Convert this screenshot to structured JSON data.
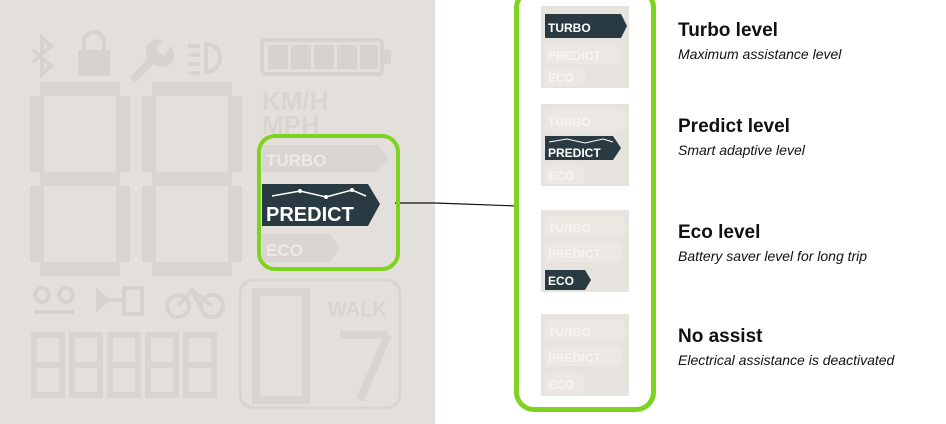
{
  "lcd": {
    "speed_units": [
      "KM/H",
      "MPH"
    ],
    "walk_label": "WALK",
    "modes": [
      "TURBO",
      "PREDICT",
      "ECO"
    ],
    "active_mode": "PREDICT"
  },
  "levels": [
    {
      "title": "Turbo level",
      "description": "Maximum assistance level",
      "active": "TURBO"
    },
    {
      "title": "Predict level",
      "description": "Smart adaptive level",
      "active": "PREDICT"
    },
    {
      "title": "Eco level",
      "description": "Battery saver level for long trip",
      "active": "ECO"
    },
    {
      "title": "No assist",
      "description": "Electrical assistance is deactivated",
      "active": ""
    }
  ],
  "colors": {
    "highlight": "#7ed321",
    "lcd_bg": "#e3e0dc",
    "ghost": "#d8d5d1",
    "active_badge": "#2a3a42"
  }
}
